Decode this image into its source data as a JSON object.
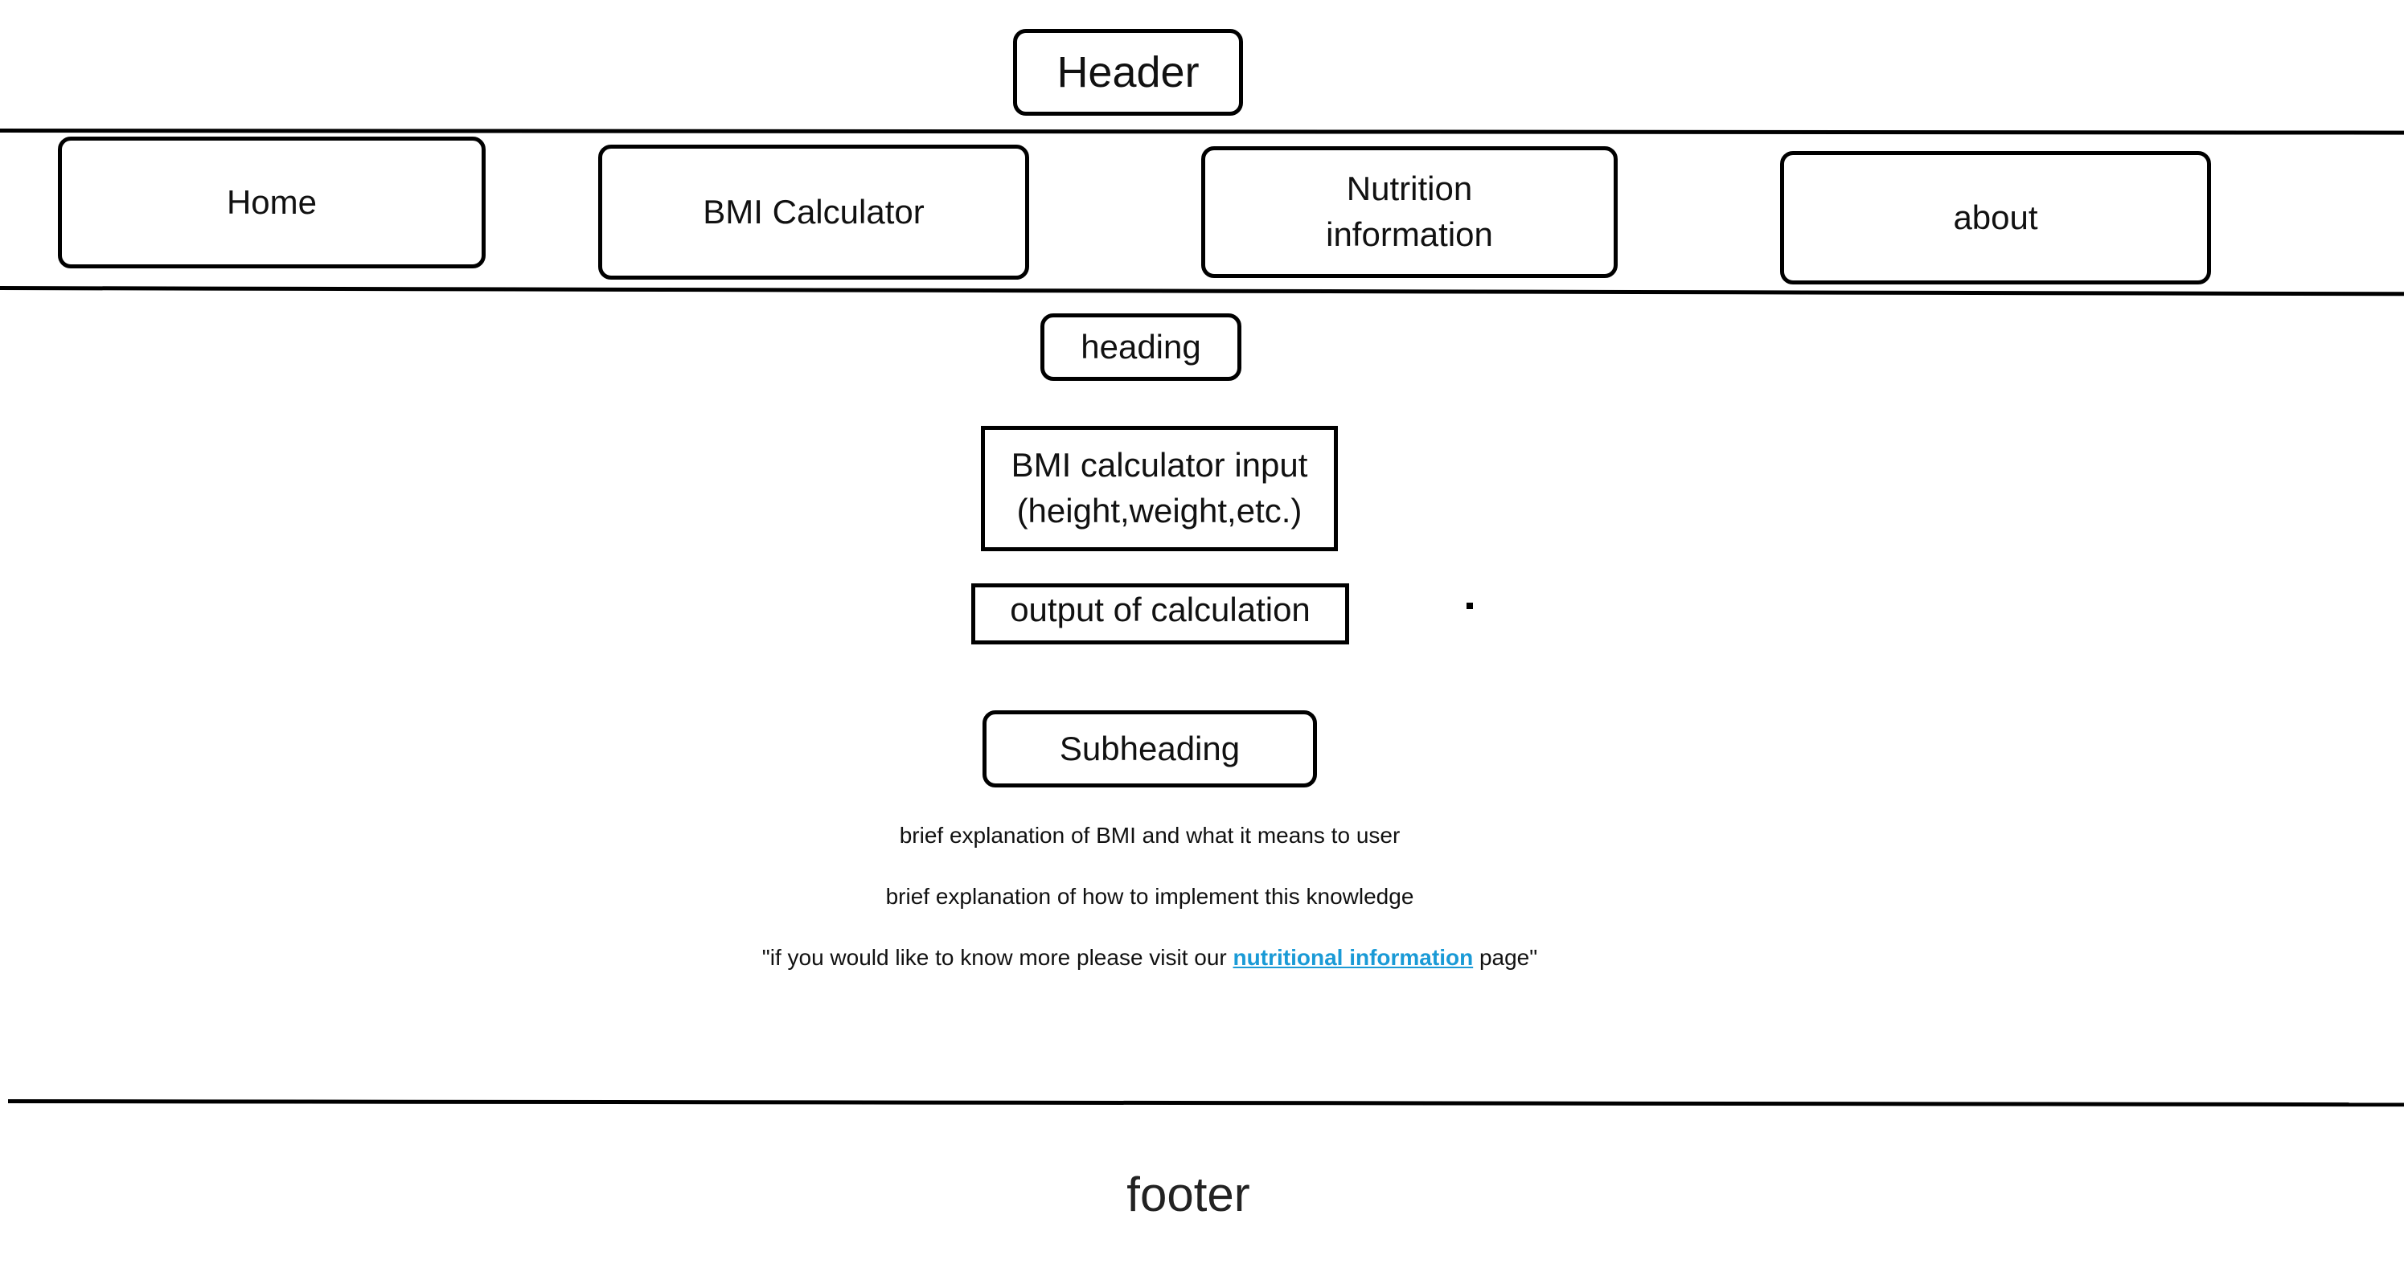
{
  "header": {
    "label": "Header"
  },
  "nav": {
    "items": [
      {
        "label": "Home"
      },
      {
        "label": "BMI Calculator"
      },
      {
        "label": "Nutrition information"
      },
      {
        "label": "about"
      }
    ]
  },
  "main": {
    "heading": "heading",
    "input_box": "BMI calculator input (height,weight,etc.)",
    "output_box": "output of calculation",
    "subheading": "Subheading",
    "explanation_1": "brief explanation of BMI and what it means to user",
    "explanation_2": "brief explanation of how to implement this knowledge",
    "visit_prefix": "\"if you would like to know more please visit our ",
    "visit_link": "nutritional information",
    "visit_suffix": " page\""
  },
  "footer": {
    "label": "footer"
  },
  "colors": {
    "link": "#1a9ad6"
  }
}
